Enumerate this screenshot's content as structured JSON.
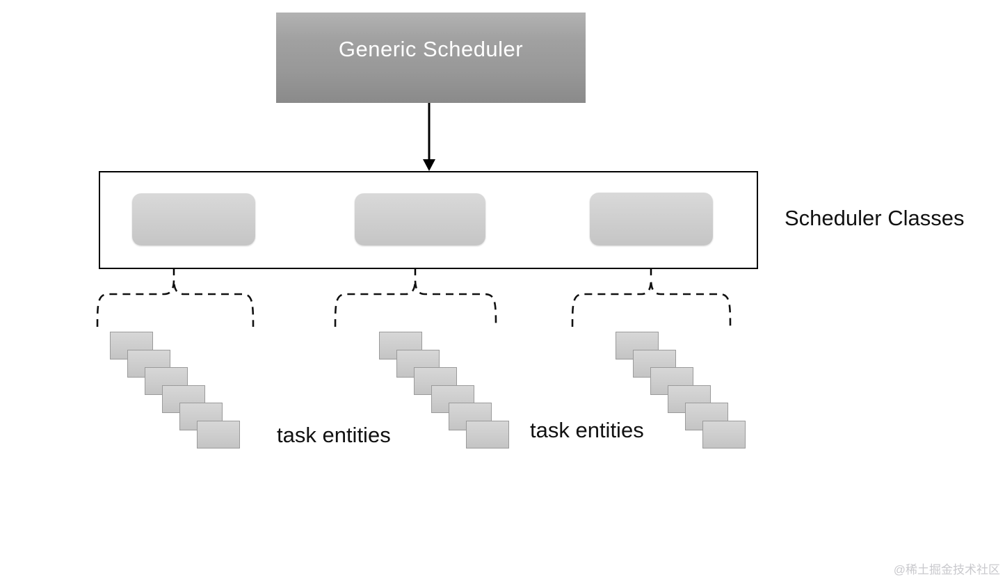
{
  "diagram": {
    "title_box": {
      "label": "Generic Scheduler"
    },
    "classes_section": {
      "label": "Scheduler Classes",
      "class_box_count": 3
    },
    "task_stacks": {
      "stack_count": 3,
      "cards_per_stack": 6
    },
    "task_labels": {
      "left": "task entities",
      "right": "task entities"
    },
    "watermark": "@稀土掘金技术社区"
  },
  "colors": {
    "title_box_gray": "#9a9a9a",
    "title_text": "#ffffff",
    "class_box_gray": "#d0d0d0",
    "task_card_gray": "#cdcdcd",
    "outline_black": "#000000",
    "label_text": "#111111",
    "watermark_gray": "#c9c9cd"
  }
}
